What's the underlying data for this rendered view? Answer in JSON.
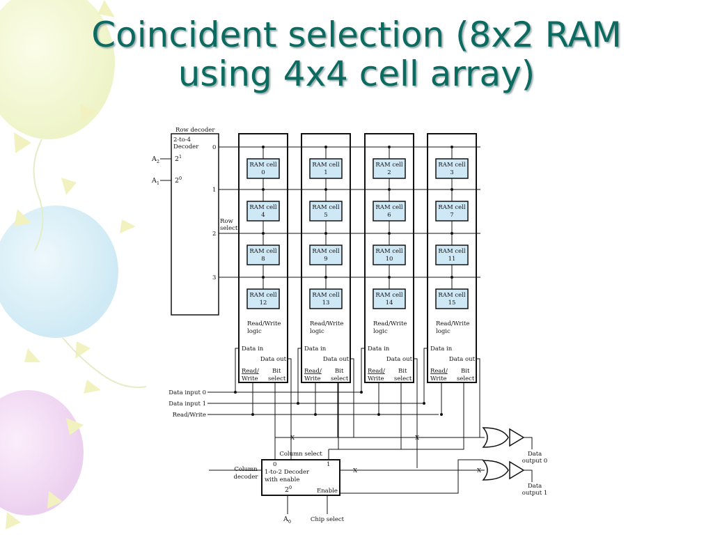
{
  "slide": {
    "title_line1": "Coincident selection (8x2 RAM",
    "title_line2": "using 4x4 cell array)"
  },
  "diagram": {
    "row_decoder_label": "Row decoder",
    "row_decoder_type_1": "2-to-4",
    "row_decoder_type_2": "Decoder",
    "addr_a2": "A",
    "addr_a2_sub": "2",
    "addr_a1": "A",
    "addr_a1_sub": "1",
    "pow_2_1": "2",
    "pow_2_1_sup": "1",
    "pow_2_0": "2",
    "pow_2_0_sup": "0",
    "row_select_1": "Row",
    "row_select_2": "select",
    "row_numbers": [
      "0",
      "1",
      "2",
      "3"
    ],
    "cell_label": "RAM cell",
    "cell_numbers": [
      "0",
      "1",
      "2",
      "3",
      "4",
      "5",
      "6",
      "7",
      "8",
      "9",
      "10",
      "11",
      "12",
      "13",
      "14",
      "15"
    ],
    "rw_logic_1": "Read/Write",
    "rw_logic_2": "logic",
    "data_in": "Data in",
    "data_out": "Data out",
    "read": "Read/",
    "write": "Write",
    "bit": "Bit",
    "select": "select",
    "data_input_0": "Data input 0",
    "data_input_1": "Data input 1",
    "read_write": "Read/Write",
    "column_select": "Column select",
    "column_decoder_1": "Column",
    "column_decoder_2": "decoder",
    "col_dec_type_1": "1-to-2 Decoder",
    "col_dec_type_2": "with enable",
    "col_out_0": "0",
    "col_out_1": "1",
    "col_in": "2",
    "col_in_sup": "0",
    "enable": "Enable",
    "addr_a0": "A",
    "addr_a0_sub": "0",
    "chip_select": "Chip select",
    "data_output_0_1": "Data",
    "data_output_0_2": "output 0",
    "data_output_1_1": "Data",
    "data_output_1_2": "output 1",
    "x_mark": "X"
  },
  "colors": {
    "title": "#0b6b60",
    "cell_fill": "#cfe8f5"
  }
}
